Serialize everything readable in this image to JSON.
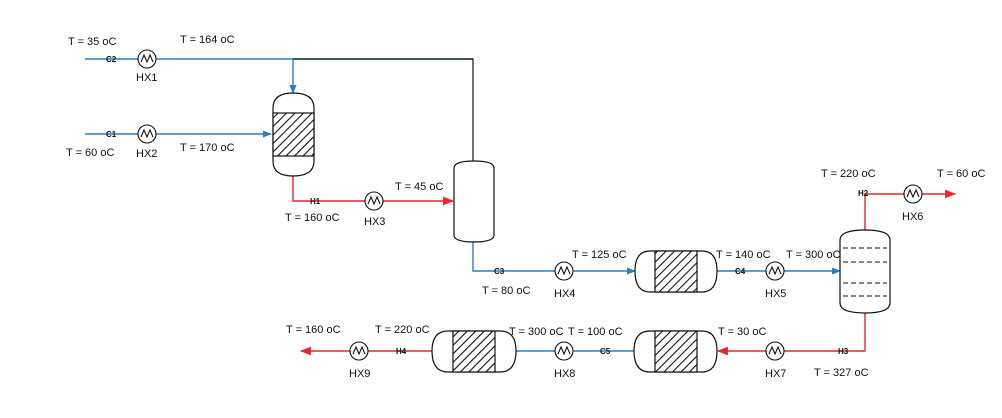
{
  "colors": {
    "hot": "#e8262b",
    "cold": "#2a7fc4",
    "equipment": "#111111"
  },
  "streams": {
    "c1": "C1",
    "c2": "C2",
    "c3": "C3",
    "c4": "C4",
    "c5": "C5",
    "h1": "H1",
    "h2": "H2",
    "h3": "H3",
    "h4": "H4"
  },
  "exchangers": {
    "hx1": "HX1",
    "hx2": "HX2",
    "hx3": "HX3",
    "hx4": "HX4",
    "hx5": "HX5",
    "hx6": "HX6",
    "hx7": "HX7",
    "hx8": "HX8",
    "hx9": "HX9"
  },
  "temperatures": {
    "c2_in": "T = 35 oC",
    "c2_out": "T = 164 oC",
    "c1_in": "T = 60 oC",
    "c1_out": "T = 170 oC",
    "h1_in": "T = 160 oC",
    "h1_out": "T = 45 oC",
    "c3_in": "T = 80 oC",
    "c3_out": "T = 125 oC",
    "c4_in": "T = 140 oC",
    "c4_out": "T = 300 oC",
    "h2_in": "T = 220 oC",
    "h2_out": "T = 60 oC",
    "h3_in": "T = 327 oC",
    "h3_out": "T = 30 oC",
    "c5_in": "T = 100 oC",
    "c5_out": "T = 300 oC",
    "h4_in": "T = 220 oC",
    "h4_out": "T = 160 oC"
  }
}
